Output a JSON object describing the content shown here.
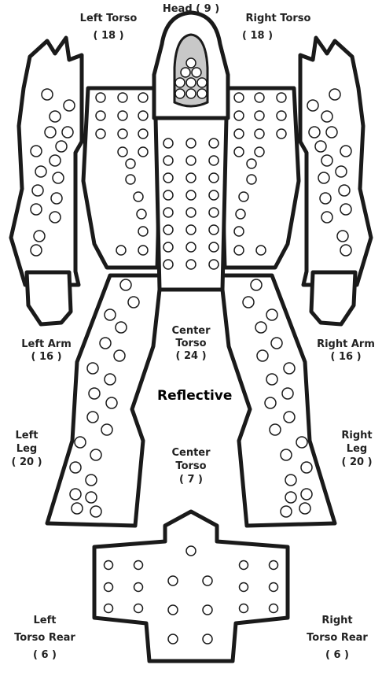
{
  "armor_type": "Reflective",
  "locations": {
    "head": {
      "name": "Head",
      "value": "( 9 )"
    },
    "left_torso": {
      "name": "Left Torso",
      "value": "( 18 )"
    },
    "right_torso": {
      "name": "Right Torso",
      "value": "( 18 )"
    },
    "center_torso": {
      "line1": "Center",
      "line2": "Torso",
      "value": "( 24 )"
    },
    "left_arm": {
      "name": "Left Arm",
      "value": "( 16 )"
    },
    "right_arm": {
      "name": "Right Arm",
      "value": "( 16 )"
    },
    "left_leg": {
      "line1": "Left",
      "line2": "Leg",
      "value": "( 20 )"
    },
    "right_leg": {
      "line1": "Right",
      "line2": "Leg",
      "value": "( 20 )"
    },
    "center_torso_rear": {
      "line1": "Center",
      "line2": "Torso",
      "value": "( 7 )"
    },
    "left_torso_rear": {
      "line1": "Left",
      "line2": "Torso Rear",
      "value": "( 6 )"
    },
    "right_torso_rear": {
      "line1": "Right",
      "line2": "Torso Rear",
      "value": "( 6 )"
    }
  },
  "colors": {
    "outline": "#1a1a1a",
    "head_fill": "#c8c8c8",
    "body_fill": "#ffffff"
  }
}
